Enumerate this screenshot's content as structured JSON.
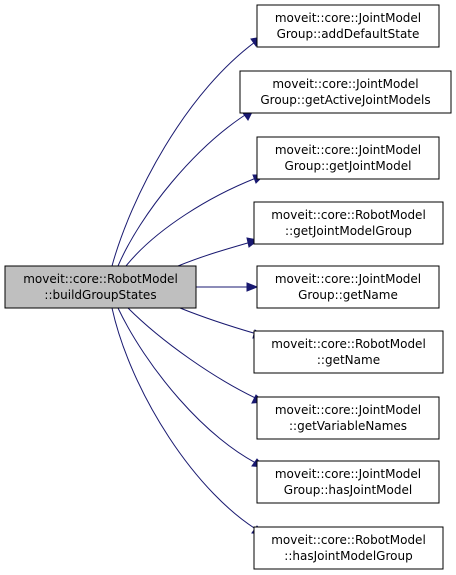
{
  "root": {
    "line1": "moveit::core::RobotModel",
    "line2": "::buildGroupStates"
  },
  "callees": [
    {
      "line1": "moveit::core::JointModel",
      "line2": "Group::addDefaultState"
    },
    {
      "line1": "moveit::core::JointModel",
      "line2": "Group::getActiveJointModels"
    },
    {
      "line1": "moveit::core::JointModel",
      "line2": "Group::getJointModel"
    },
    {
      "line1": "moveit::core::RobotModel",
      "line2": "::getJointModelGroup"
    },
    {
      "line1": "moveit::core::JointModel",
      "line2": "Group::getName"
    },
    {
      "line1": "moveit::core::RobotModel",
      "line2": "::getName"
    },
    {
      "line1": "moveit::core::JointModel",
      "line2": "::getVariableNames"
    },
    {
      "line1": "moveit::core::JointModel",
      "line2": "Group::hasJointModel"
    },
    {
      "line1": "moveit::core::RobotModel",
      "line2": "::hasJointModelGroup"
    }
  ],
  "colors": {
    "edge": "#191970",
    "root_fill": "#bfbfbf",
    "node_fill": "#ffffff",
    "border": "#000000"
  }
}
